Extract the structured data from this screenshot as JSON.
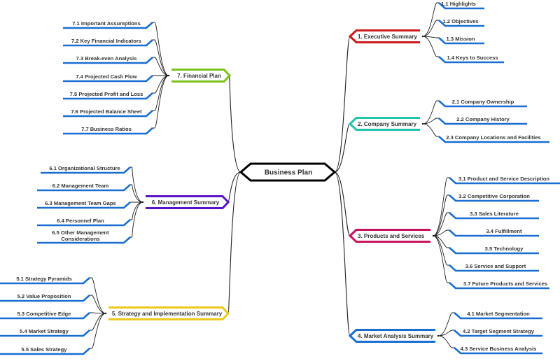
{
  "root": {
    "label": "Business Plan",
    "color": "#000000"
  },
  "leaf_color": "#1a6ed1",
  "connector_color": "#222222",
  "sections": [
    {
      "id": "s1",
      "label": "1. Executive Summary",
      "color": "#cc1b1b",
      "side": "right",
      "children": [
        "1.1 Highlights",
        "1.2 Objectives",
        "1.3 Mission",
        "1.4 Keys to Success"
      ]
    },
    {
      "id": "s2",
      "label": "2. Company Summary",
      "color": "#23c2a9",
      "side": "right",
      "children": [
        "2.1 Company Ownership",
        "2.2 Company History",
        "2.3 Company Locations and Facilities"
      ]
    },
    {
      "id": "s3",
      "label": "3. Products and Services",
      "color": "#c8125e",
      "side": "right",
      "children": [
        "3.1 Product and Service Description",
        "3.2 Competitive Corporation",
        "3.3 Sales Literature",
        "3.4 Fulfillment",
        "3.5 Technology",
        "3.6 Service and Support",
        "3.7 Future Products and Services"
      ]
    },
    {
      "id": "s4",
      "label": "4. Market Analysis Summary",
      "color": "#1a6ed1",
      "side": "right",
      "children": [
        "4.1 Market Segmentation",
        "4.2 Target Segment Strategy",
        "4.3 Service Business Analysis"
      ]
    },
    {
      "id": "s5",
      "label": "5. Strategy and Implementation Summary",
      "color": "#ecc81c",
      "side": "left",
      "children": [
        "5.1 Strategy Pyramids",
        "5.2 Value Proposition",
        "5.3 Competitive Edge",
        "5.4 Market Strategy",
        "5.5 Sales Strategy"
      ]
    },
    {
      "id": "s6",
      "label": "6. Management Summary",
      "color": "#5a13c8",
      "side": "left",
      "children": [
        "6.1 Organizational Structure",
        "6.2 Management Team",
        "6.3 Management Team Gaps",
        "6.4 Personnel Plan",
        [
          "6.5 Other Management",
          "Considerations"
        ]
      ]
    },
    {
      "id": "s7",
      "label": "7. Financial Plan",
      "color": "#7cc21a",
      "side": "left",
      "children": [
        "7.1 Important Assumptions",
        "7.2 Key Financial Indicators",
        "7.3 Break-even Analysis",
        "7.4 Projected Cash Flow",
        "7.5 Projected Profit and Loss",
        "7.6 Projected Balance Sheet",
        "7.7 Business Ratios"
      ]
    }
  ]
}
